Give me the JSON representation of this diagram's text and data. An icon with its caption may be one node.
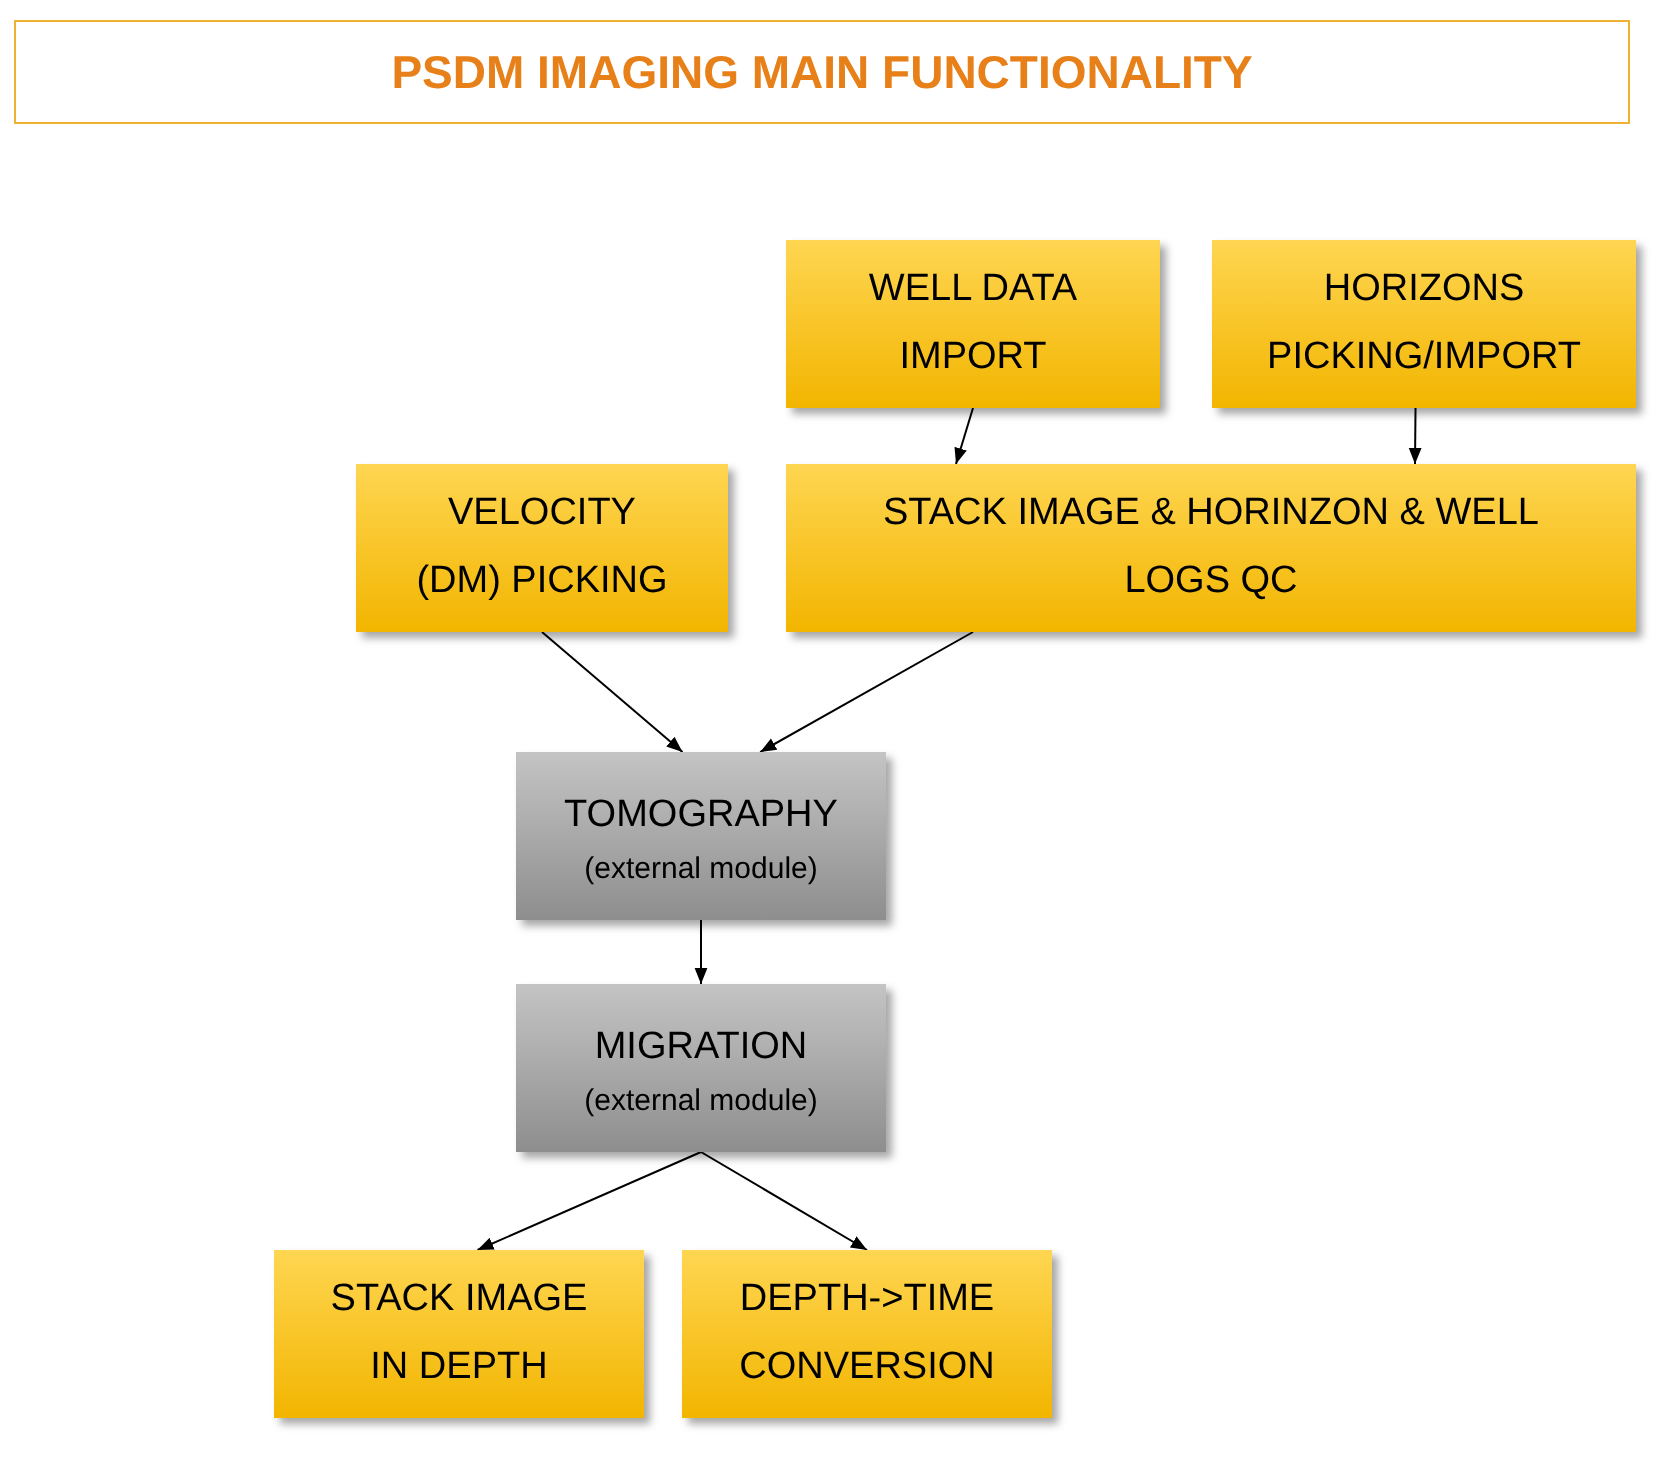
{
  "diagram": {
    "title": "PSDM IMAGING MAIN FUNCTIONALITY",
    "nodes": [
      {
        "text": [
          "WELL DATA IMPORT"
        ]
      },
      {
        "text": [
          "HORIZONS PICKING/IMPORT"
        ]
      },
      {
        "text": [
          "VELOCITY (DM) PICKING"
        ]
      },
      {
        "text": [
          "STACK IMAGE & HORINZON & WELL LOGS QC"
        ]
      },
      {
        "text": [
          "TOMOGRAPHY",
          "(external module)"
        ]
      },
      {
        "text": [
          "MIGRATION",
          "(external module)"
        ]
      },
      {
        "text": [
          "STACK IMAGE IN DEPTH"
        ]
      },
      {
        "text": [
          "DEPTH->TIME CONVERSION"
        ]
      }
    ],
    "edges": [
      {
        "from": 0,
        "to": 3,
        "arrow": "to"
      },
      {
        "from": 1,
        "to": 3,
        "arrow": "to"
      },
      {
        "from": 2,
        "to": 4,
        "arrow": "to"
      },
      {
        "from": 3,
        "to": 4,
        "arrow": "to"
      },
      {
        "from": 4,
        "to": 5,
        "arrow": "to"
      },
      {
        "from": 5,
        "to": 6,
        "arrow": "to"
      },
      {
        "from": 5,
        "to": 7,
        "arrow": "to"
      }
    ]
  }
}
